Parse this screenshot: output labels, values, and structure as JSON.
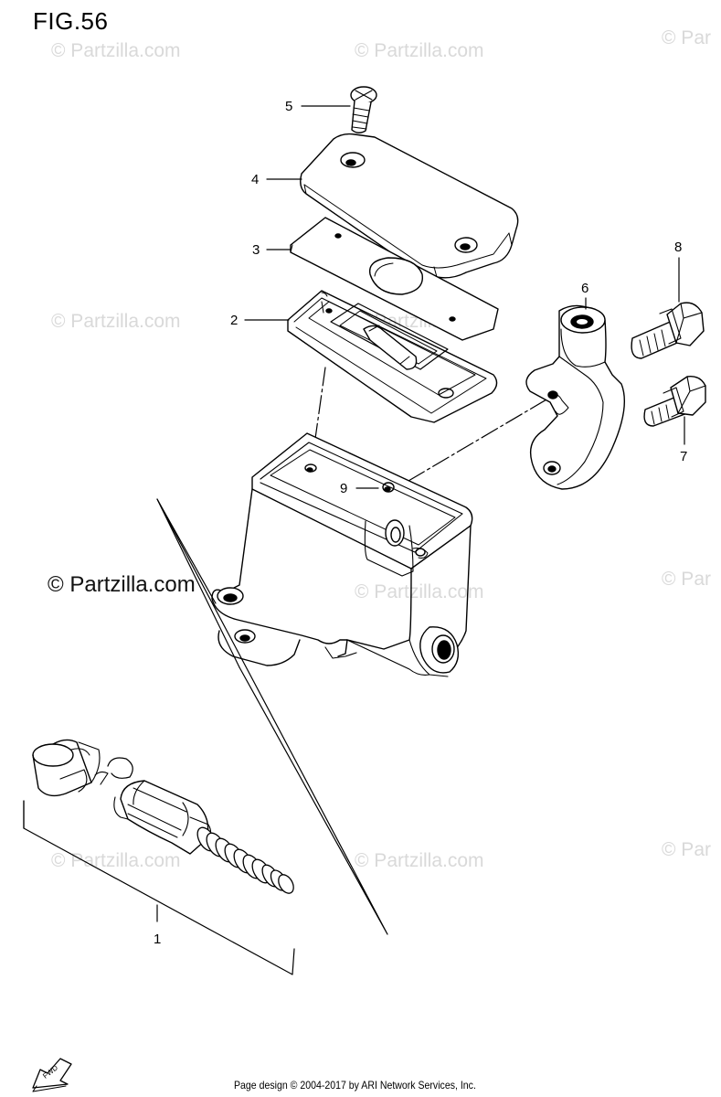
{
  "figure": {
    "title": "FIG.56"
  },
  "callouts": {
    "c1": "1",
    "c2": "2",
    "c3": "3",
    "c4": "4",
    "c5": "5",
    "c6": "6",
    "c7": "7",
    "c8": "8",
    "c9": "9"
  },
  "watermarks": {
    "mark": "© Partzilla.com",
    "mark_cut": "© Par",
    "prominent": "© Partzilla.com"
  },
  "footer": {
    "text": "Page design © 2004-2017 by ARI Network Services, Inc."
  },
  "fwd": {
    "label": "FWD"
  }
}
